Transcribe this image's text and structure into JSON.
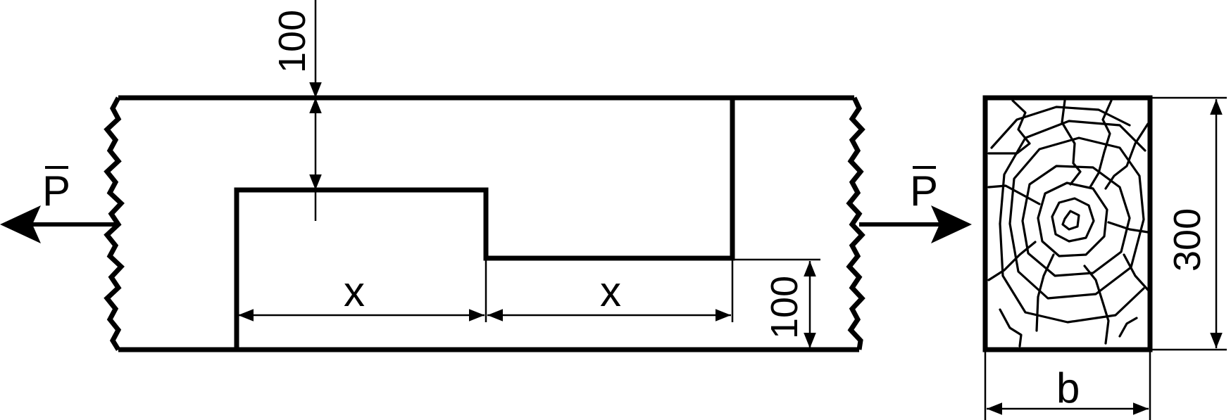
{
  "labels": {
    "force_left": "P",
    "force_right": "P",
    "dim_top": "100",
    "dim_notch_depth": "100",
    "dim_x_left": "x",
    "dim_x_right": "x",
    "dim_height": "300",
    "dim_width": "b"
  },
  "colors": {
    "stroke": "#000000",
    "background": "#ffffff"
  }
}
